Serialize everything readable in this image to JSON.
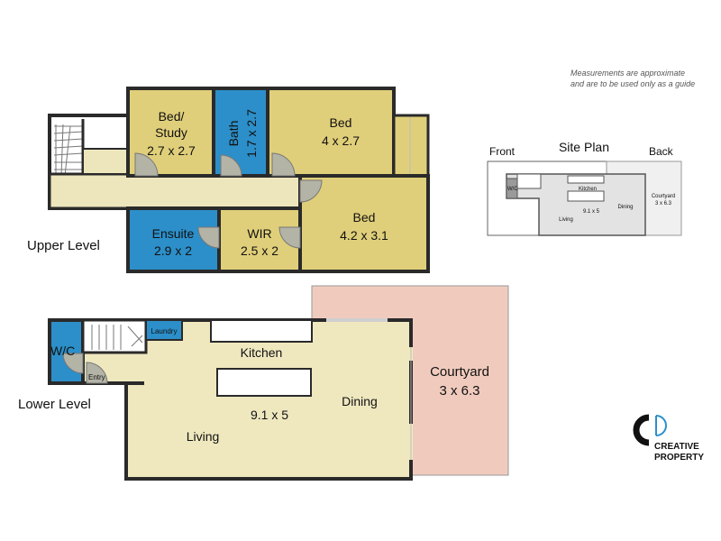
{
  "note": {
    "line1": "Measurements are approximate",
    "line2": "and are to be used only as a guide"
  },
  "levels": {
    "upper": "Upper Level",
    "lower": "Lower Level"
  },
  "rooms": {
    "bed_study": {
      "name1": "Bed/",
      "name2": "Study",
      "dims": "2.7 x 2.7"
    },
    "bath": {
      "name": "Bath",
      "dims": "1.7 x 2.7"
    },
    "bed1": {
      "name": "Bed",
      "dims": "4 x 2.7"
    },
    "ensuite": {
      "name": "Ensuite",
      "dims": "2.9 x 2"
    },
    "wir": {
      "name": "WIR",
      "dims": "2.5 x 2"
    },
    "bed2": {
      "name": "Bed",
      "dims": "4.2 x 3.1"
    },
    "wc": {
      "name": "W/C"
    },
    "laundry": {
      "name": "Laundry"
    },
    "entry": {
      "name": "Entry"
    },
    "kitchen": {
      "name": "Kitchen"
    },
    "living_dims": {
      "dims": "9.1 x 5"
    },
    "living": {
      "name": "Living"
    },
    "dining": {
      "name": "Dining"
    },
    "courtyard": {
      "name": "Courtyard",
      "dims": "3 x 6.3"
    }
  },
  "site_plan": {
    "title": "Site Plan",
    "front": "Front",
    "back": "Back",
    "wc": "W/C",
    "kitchen": "Kitchen",
    "dims": "9.1 x 5",
    "dining": "Dining",
    "living": "Living",
    "courtyard": "Courtyard",
    "courtyard_dims": "3 x 6.3"
  },
  "brand": {
    "line1": "CREATIVE",
    "line2": "PROPERTY"
  },
  "colors": {
    "room_yellow": "#e0cf7a",
    "room_blue": "#2c8fc9",
    "living_cream": "#efe8bf",
    "courtyard_pink": "#f0cbbd",
    "wall": "#2a2a2a",
    "corridor": "#ede6bd"
  }
}
